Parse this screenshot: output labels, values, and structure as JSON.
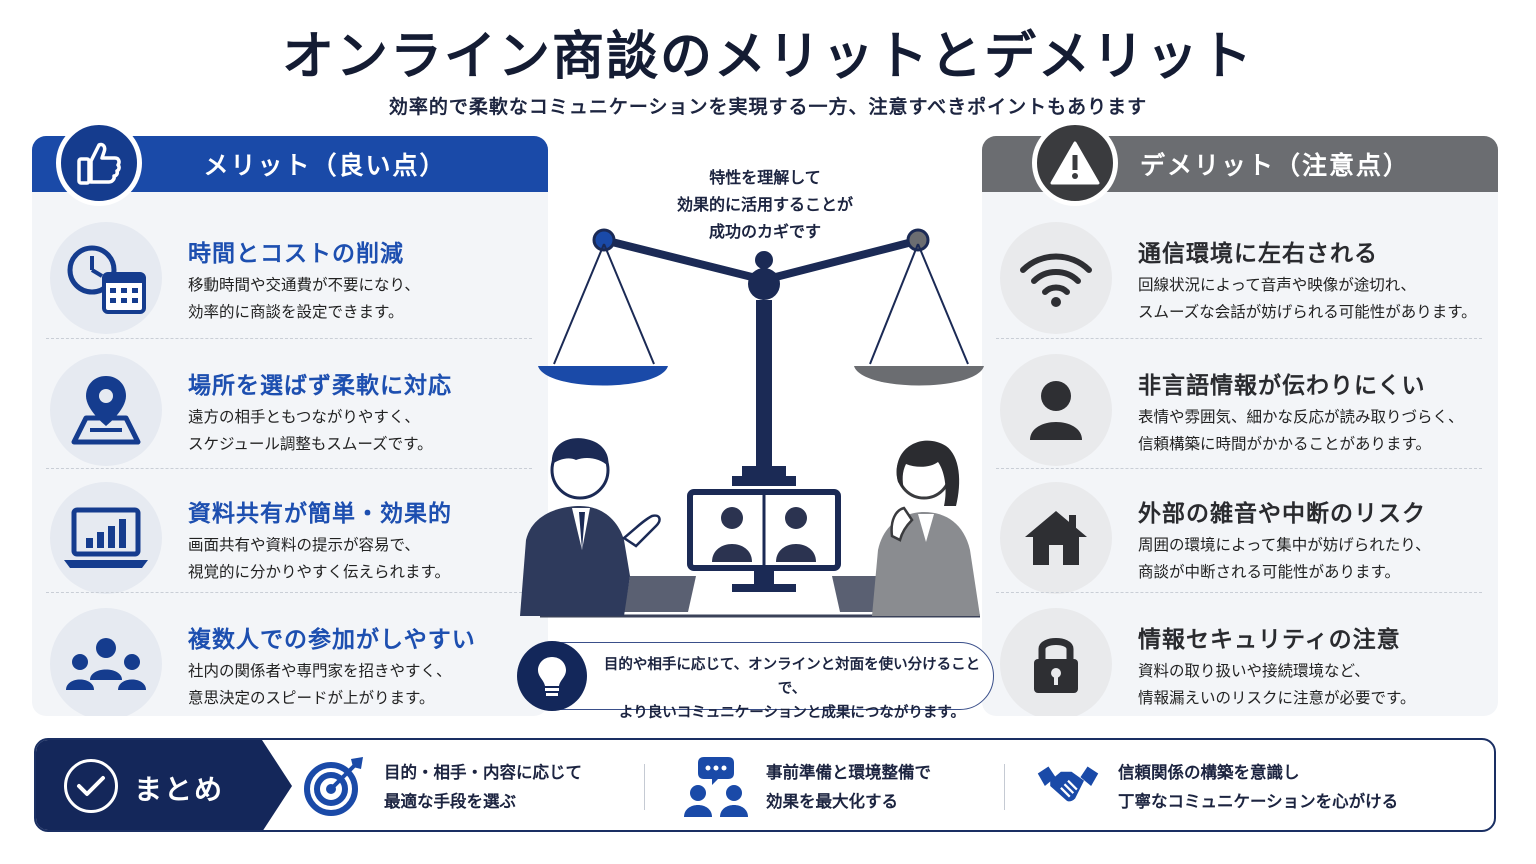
{
  "header": {
    "title": "オンライン商談のメリットとデメリット",
    "subtitle": "効率的で柔軟なコミュニケーションを実現する一方、注意すべきポイントもあります"
  },
  "merits": {
    "heading": "メリット（良い点）",
    "items": [
      {
        "title": "時間とコストの削減",
        "line1": "移動時間や交通費が不要になり、",
        "line2": "効率的に商談を設定できます。",
        "icon": "clock-calendar-icon"
      },
      {
        "title": "場所を選ばず柔軟に対応",
        "line1": "遠方の相手ともつながりやすく、",
        "line2": "スケジュール調整もスムーズです。",
        "icon": "map-pin-icon"
      },
      {
        "title": "資料共有が簡単・効果的",
        "line1": "画面共有や資料の提示が容易で、",
        "line2": "視覚的に分かりやすく伝えられます。",
        "icon": "laptop-chart-icon"
      },
      {
        "title": "複数人での参加がしやすい",
        "line1": "社内の関係者や専門家を招きやすく、",
        "line2": "意思決定のスピードが上がります。",
        "icon": "group-icon"
      }
    ]
  },
  "demerits": {
    "heading": "デメリット（注意点）",
    "items": [
      {
        "title": "通信環境に左右される",
        "line1": "回線状況によって音声や映像が途切れ、",
        "line2": "スムーズな会話が妨げられる可能性があります。",
        "icon": "wifi-icon"
      },
      {
        "title": "非言語情報が伝わりにくい",
        "line1": "表情や雰囲気、細かな反応が読み取りづらく、",
        "line2": "信頼構築に時間がかかることがあります。",
        "icon": "person-icon"
      },
      {
        "title": "外部の雑音や中断のリスク",
        "line1": "周囲の環境によって集中が妨げられたり、",
        "line2": "商談が中断される可能性があります。",
        "icon": "house-icon"
      },
      {
        "title": "情報セキュリティの注意",
        "line1": "資料の取り扱いや接続環境など、",
        "line2": "情報漏えいのリスクに注意が必要です。",
        "icon": "lock-icon"
      }
    ]
  },
  "center": {
    "caption_line1": "特性を理解して",
    "caption_line2": "効果的に活用することが",
    "caption_line3": "成功のカギです",
    "hint_line1": "目的や相手に応じて、オンラインと対面を使い分けることで、",
    "hint_line2": "より良いコミュニケーションと成果につながります。"
  },
  "summary": {
    "label": "まとめ",
    "items": [
      {
        "line1": "目的・相手・内容に応じて",
        "line2": "最適な手段を選ぶ",
        "icon": "target-icon"
      },
      {
        "line1": "事前準備と環境整備で",
        "line2": "効果を最大化する",
        "icon": "team-chat-icon"
      },
      {
        "line1": "信頼関係の構築を意識し",
        "line2": "丁寧なコミュニケーションを心がける",
        "icon": "handshake-icon"
      }
    ]
  },
  "colors": {
    "merit_blue": "#1a4aa8",
    "demerit_gray": "#6b6d71",
    "navy": "#14275a"
  }
}
